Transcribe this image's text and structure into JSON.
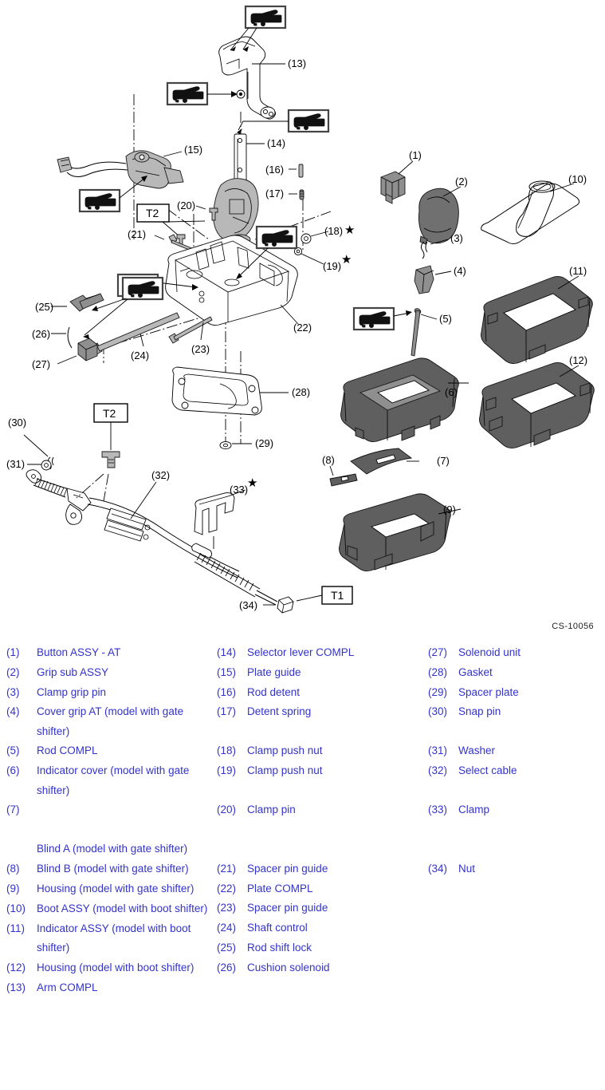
{
  "figure": {
    "code": "CS-10056",
    "star_symbol": "★",
    "torque_tags": [
      "T2",
      "T2",
      "T1"
    ],
    "grease_icon_name": "grease-gun-icon",
    "grease_icon_count": 7
  },
  "callouts": [
    {
      "id": "1",
      "label": "(1)"
    },
    {
      "id": "2",
      "label": "(2)"
    },
    {
      "id": "3",
      "label": "(3)"
    },
    {
      "id": "4",
      "label": "(4)"
    },
    {
      "id": "5",
      "label": "(5)"
    },
    {
      "id": "6",
      "label": "(6)"
    },
    {
      "id": "7",
      "label": "(7)"
    },
    {
      "id": "8",
      "label": "(8)"
    },
    {
      "id": "9",
      "label": "(9)"
    },
    {
      "id": "10",
      "label": "(10)"
    },
    {
      "id": "11",
      "label": "(11)"
    },
    {
      "id": "12",
      "label": "(12)"
    },
    {
      "id": "13",
      "label": "(13)"
    },
    {
      "id": "14",
      "label": "(14)"
    },
    {
      "id": "15",
      "label": "(15)"
    },
    {
      "id": "16",
      "label": "(16)"
    },
    {
      "id": "17",
      "label": "(17)"
    },
    {
      "id": "18",
      "label": "(18)"
    },
    {
      "id": "19",
      "label": "(19)"
    },
    {
      "id": "20",
      "label": "(20)"
    },
    {
      "id": "21",
      "label": "(21)"
    },
    {
      "id": "22",
      "label": "(22)"
    },
    {
      "id": "23",
      "label": "(23)"
    },
    {
      "id": "24",
      "label": "(24)"
    },
    {
      "id": "25",
      "label": "(25)"
    },
    {
      "id": "26",
      "label": "(26)"
    },
    {
      "id": "27",
      "label": "(27)"
    },
    {
      "id": "28",
      "label": "(28)"
    },
    {
      "id": "29",
      "label": "(29)"
    },
    {
      "id": "30",
      "label": "(30)"
    },
    {
      "id": "31",
      "label": "(31)"
    },
    {
      "id": "32",
      "label": "(32)"
    },
    {
      "id": "33",
      "label": "(33)"
    },
    {
      "id": "34",
      "label": "(34)"
    }
  ],
  "legend": {
    "col1": [
      {
        "num": "(1)",
        "text": "Button ASSY - AT"
      },
      {
        "num": "(2)",
        "text": "Grip sub ASSY"
      },
      {
        "num": "(3)",
        "text": "Clamp grip pin"
      },
      {
        "num": "(4)",
        "text": "Cover grip AT (model with gate shifter)"
      },
      {
        "num": "(5)",
        "text": "Rod COMPL"
      },
      {
        "num": "(6)",
        "text": "Indicator cover (model with gate shifter)"
      },
      {
        "num": "(7)",
        "text": ""
      },
      {
        "num": "",
        "text": "Blind A (model with gate shifter)"
      },
      {
        "num": "(8)",
        "text": "Blind B (model with gate shifter)"
      },
      {
        "num": "(9)",
        "text": "Housing (model with gate shifter)"
      },
      {
        "num": "(10)",
        "text": "Boot ASSY (model with boot shifter)"
      },
      {
        "num": "(11)",
        "text": "Indicator ASSY (model with boot shifter)"
      },
      {
        "num": "(12)",
        "text": "Housing (model with boot shifter)"
      },
      {
        "num": "(13)",
        "text": "Arm COMPL"
      }
    ],
    "col2": [
      {
        "num": "(14)",
        "text": "Selector lever COMPL"
      },
      {
        "num": "(15)",
        "text": "Plate guide"
      },
      {
        "num": "(16)",
        "text": "Rod detent"
      },
      {
        "num": "(17)",
        "text": "Detent spring"
      },
      {
        "num": "",
        "text": ""
      },
      {
        "num": "(18)",
        "text": "Clamp push nut"
      },
      {
        "num": "(19)",
        "text": "Clamp push nut"
      },
      {
        "num": "",
        "text": ""
      },
      {
        "num": "(20)",
        "text": "Clamp pin"
      },
      {
        "num": "",
        "text": ""
      },
      {
        "num": "(21)",
        "text": "Spacer pin guide"
      },
      {
        "num": "(22)",
        "text": "Plate COMPL"
      },
      {
        "num": "(23)",
        "text": "Spacer pin guide"
      },
      {
        "num": "(24)",
        "text": "Shaft control"
      },
      {
        "num": "(25)",
        "text": "Rod shift lock"
      },
      {
        "num": "(26)",
        "text": "Cushion solenoid"
      }
    ],
    "col3": [
      {
        "num": "(27)",
        "text": "Solenoid unit"
      },
      {
        "num": "(28)",
        "text": "Gasket"
      },
      {
        "num": "(29)",
        "text": "Spacer plate"
      },
      {
        "num": "(30)",
        "text": "Snap pin"
      },
      {
        "num": "",
        "text": ""
      },
      {
        "num": "(31)",
        "text": "Washer"
      },
      {
        "num": "(32)",
        "text": "Select cable"
      },
      {
        "num": "",
        "text": ""
      },
      {
        "num": "(33)",
        "text": "Clamp"
      },
      {
        "num": "",
        "text": ""
      },
      {
        "num": "(34)",
        "text": "Nut"
      }
    ]
  },
  "colors": {
    "legend_text": "#3333cc",
    "line": "#000000",
    "part_light": "#b8b8b8",
    "part_mid": "#8f8f8f",
    "part_dark": "#5f5f5f",
    "figcode": "#222222"
  }
}
